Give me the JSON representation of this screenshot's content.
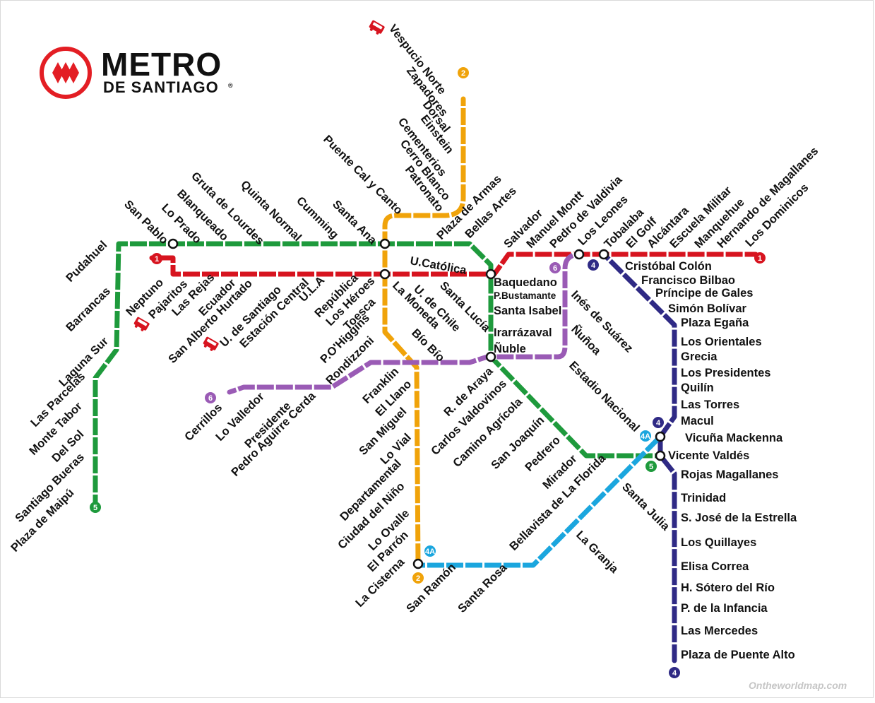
{
  "brand": {
    "title": "METRO",
    "subtitle": "DE SANTIAGO",
    "registered": "®"
  },
  "watermark": "Ontheworldmap.com",
  "colors": {
    "line1": "#d7141f",
    "line2": "#f0a30a",
    "line4": "#2f2a85",
    "line4a": "#1ba6de",
    "line5": "#1e9a3c",
    "line6": "#9a5bb5",
    "logo_red": "#e31e24",
    "text": "#111111"
  },
  "lines": [
    {
      "id": "1",
      "name": "1",
      "color": "#d7141f"
    },
    {
      "id": "2",
      "name": "2",
      "color": "#f0a30a"
    },
    {
      "id": "4",
      "name": "4",
      "color": "#2f2a85"
    },
    {
      "id": "4A",
      "name": "4A",
      "color": "#1ba6de"
    },
    {
      "id": "5",
      "name": "5",
      "color": "#1e9a3c"
    },
    {
      "id": "6",
      "name": "6",
      "color": "#9a5bb5"
    }
  ],
  "stations": {
    "line1": [
      "San Pablo",
      "Neptuno",
      "Pajaritos",
      "Las Rejas",
      "Ecuador",
      "San Alberto Hurtado",
      "U. de Santiago",
      "Estación Central",
      "U.L.A",
      "República",
      "Los Héroes",
      "La Moneda",
      "U. de Chile",
      "Santa Lucía",
      "U.Católica",
      "Baquedano",
      "Salvador",
      "Manuel Montt",
      "Pedro de Valdivia",
      "Los Leones",
      "Tobalaba",
      "El Golf",
      "Alcántara",
      "Escuela Militar",
      "Manquehue",
      "Hernando de Magallanes",
      "Los Dominicos"
    ],
    "line2": [
      "Vespucio Norte",
      "Zapadores",
      "Dorsal",
      "Einstein",
      "Cementerios",
      "Cerro Blanco",
      "Patronato",
      "Puente Cal y Canto",
      "Santa Ana",
      "Los Héroes",
      "Toesca",
      "P.O'Higgins",
      "Rondizzoni",
      "Franklin",
      "El Llano",
      "San Miguel",
      "Lo Vial",
      "Departamental",
      "Ciudad del Niño",
      "Lo Ovalle",
      "El Parrón",
      "La Cisterna"
    ],
    "line4": [
      "Tobalaba",
      "Cristóbal Colón",
      "Francisco Bilbao",
      "Príncipe de Gales",
      "Simón Bolívar",
      "Plaza Egaña",
      "Los Orientales",
      "Grecia",
      "Los Presidentes",
      "Quilín",
      "Las Torres",
      "Macul",
      "Vicuña Mackenna",
      "Vicente Valdés",
      "Rojas Magallanes",
      "Trinidad",
      "S. José de la Estrella",
      "Los Quillayes",
      "Elisa Correa",
      "H. Sótero del Río",
      "P. de la Infancia",
      "Las Mercedes",
      "Plaza de Puente Alto"
    ],
    "line4a": [
      "Vicuña Mackenna",
      "Santa Julia",
      "La Granja",
      "Santa Rosa",
      "San Ramón",
      "La Cisterna"
    ],
    "line5": [
      "Plaza de Maipú",
      "Santiago Bueras",
      "Del Sol",
      "Monte Tabor",
      "Las Parcelas",
      "Laguna Sur",
      "Barrancas",
      "Pudahuel",
      "San Pablo",
      "Lo Prado",
      "Blanqueado",
      "Gruta de Lourdes",
      "Quinta Normal",
      "Cumming",
      "Santa Ana",
      "Plaza de Armas",
      "Bellas Artes",
      "Baquedano",
      "Parque Bustamante",
      "Santa Isabel",
      "Irarrázaval",
      "Ñuble",
      "Rodrigo de Araya",
      "Carlos Valdovinos",
      "Camino Agrícola",
      "San Joaquín",
      "Pedrero",
      "Mirador",
      "Bellavista de La Florida",
      "Vicente Valdés"
    ],
    "line6": [
      "Cerrillos",
      "Lo Valledor",
      "Pedro Aguirre Cerda",
      "Franklin",
      "Bío Bío",
      "Ñuble",
      "Estadio Nacional",
      "Ñuñoa",
      "Inés de Suárez",
      "Los Leones"
    ]
  },
  "labels": [
    {
      "id": "vespucio_norte",
      "text": "Vespucio Norte"
    },
    {
      "id": "zapadores",
      "text": "Zapadores"
    },
    {
      "id": "dorsal",
      "text": "Dorsal"
    },
    {
      "id": "einstein",
      "text": "Einstein"
    },
    {
      "id": "cementerios",
      "text": "Cementerios"
    },
    {
      "id": "cerro_blanco",
      "text": "Cerro Blanco"
    },
    {
      "id": "patronato",
      "text": "Patronato"
    },
    {
      "id": "puente_cal_y_canto",
      "text": "Puente Cal y Canto"
    },
    {
      "id": "plaza_de_armas",
      "text": "Plaza de Armas"
    },
    {
      "id": "bellas_artes",
      "text": "Bellas Artes"
    },
    {
      "id": "santa_ana",
      "text": "Santa Ana"
    },
    {
      "id": "cumming",
      "text": "Cumming"
    },
    {
      "id": "quinta_normal",
      "text": "Quinta Normal"
    },
    {
      "id": "gruta_de_lourdes",
      "text": "Gruta de Lourdes"
    },
    {
      "id": "blanqueado",
      "text": "Blanqueado"
    },
    {
      "id": "lo_prado",
      "text": "Lo Prado"
    },
    {
      "id": "san_pablo",
      "text": "San Pablo"
    },
    {
      "id": "pudahuel",
      "text": "Pudahuel"
    },
    {
      "id": "barrancas",
      "text": "Barrancas"
    },
    {
      "id": "laguna_sur",
      "text": "Laguna Sur"
    },
    {
      "id": "las_parcelas",
      "text": "Las Parcelas"
    },
    {
      "id": "monte_tabor",
      "text": "Monte Tabor"
    },
    {
      "id": "del_sol",
      "text": "Del Sol"
    },
    {
      "id": "santiago_bueras",
      "text": "Santiago Bueras"
    },
    {
      "id": "plaza_de_maipu",
      "text": "Plaza de Maipú"
    },
    {
      "id": "neptuno",
      "text": "Neptuno"
    },
    {
      "id": "pajaritos",
      "text": "Pajaritos"
    },
    {
      "id": "las_rejas",
      "text": "Las Rejas"
    },
    {
      "id": "ecuador",
      "text": "Ecuador"
    },
    {
      "id": "san_alberto_hurtado",
      "text": "San Alberto Hurtado"
    },
    {
      "id": "u_de_santiago",
      "text": "U. de Santiago"
    },
    {
      "id": "estacion_central",
      "text": "Estación Central"
    },
    {
      "id": "ula",
      "text": "U.L.A"
    },
    {
      "id": "republica",
      "text": "República"
    },
    {
      "id": "los_heroes",
      "text": "Los Héroes"
    },
    {
      "id": "toesca",
      "text": "Toesca"
    },
    {
      "id": "po_higgins",
      "text": "P.O'Higgins"
    },
    {
      "id": "rondizzoni",
      "text": "Rondizzoni"
    },
    {
      "id": "la_moneda",
      "text": "La Moneda"
    },
    {
      "id": "u_de_chile",
      "text": "U. de Chile"
    },
    {
      "id": "santa_lucia",
      "text": "Santa Lucía"
    },
    {
      "id": "u_catolica",
      "text": "U.Católica"
    },
    {
      "id": "salvador",
      "text": "Salvador"
    },
    {
      "id": "manuel_montt",
      "text": "Manuel Montt"
    },
    {
      "id": "pedro_de_valdivia",
      "text": "Pedro de Valdivia"
    },
    {
      "id": "los_leones",
      "text": "Los Leones"
    },
    {
      "id": "tobalaba",
      "text": "Tobalaba"
    },
    {
      "id": "el_golf",
      "text": "El Golf"
    },
    {
      "id": "alcantara",
      "text": "Alcántara"
    },
    {
      "id": "escuela_militar",
      "text": "Escuela Militar"
    },
    {
      "id": "manquehue",
      "text": "Manquehue"
    },
    {
      "id": "hernando_de_magallanes",
      "text": "Hernando de Magallanes"
    },
    {
      "id": "los_dominicos",
      "text": "Los Dominicos"
    },
    {
      "id": "baquedano",
      "text": "Baquedano"
    },
    {
      "id": "p_bustamante",
      "text": "P.Bustamante"
    },
    {
      "id": "santa_isabel",
      "text": "Santa Isabel"
    },
    {
      "id": "irarrazaval",
      "text": "Irarrázaval"
    },
    {
      "id": "nuble",
      "text": "Ñuble"
    },
    {
      "id": "ines_de_suarez",
      "text": "Inés de Suárez"
    },
    {
      "id": "nunoa",
      "text": "Ñuñoa"
    },
    {
      "id": "estadio_nacional",
      "text": "Estadio Nacional"
    },
    {
      "id": "bio_bio",
      "text": "Bío Bío"
    },
    {
      "id": "franklin",
      "text": "Franklin"
    },
    {
      "id": "el_llano",
      "text": "El Llano"
    },
    {
      "id": "san_miguel",
      "text": "San Miguel"
    },
    {
      "id": "lo_vial",
      "text": "Lo Vial"
    },
    {
      "id": "departamental",
      "text": "Departamental"
    },
    {
      "id": "ciudad_del_nino",
      "text": "Ciudad del Niño"
    },
    {
      "id": "lo_ovalle",
      "text": "Lo Ovalle"
    },
    {
      "id": "el_parron",
      "text": "El Parrón"
    },
    {
      "id": "la_cisterna",
      "text": "La Cisterna"
    },
    {
      "id": "san_ramon",
      "text": "San Ramón"
    },
    {
      "id": "santa_rosa",
      "text": "Santa Rosa"
    },
    {
      "id": "la_granja",
      "text": "La Granja"
    },
    {
      "id": "bellavista",
      "text": "Bellavista de La Florida"
    },
    {
      "id": "santa_julia",
      "text": "Santa Julia"
    },
    {
      "id": "r_de_araya",
      "text": "R. de Araya"
    },
    {
      "id": "carlos_valdovinos",
      "text": "Carlos Valdovinos"
    },
    {
      "id": "camino_agricola",
      "text": "Camino Agrícola"
    },
    {
      "id": "san_joaquin",
      "text": "San Joaquín"
    },
    {
      "id": "pedrero",
      "text": "Pedrero"
    },
    {
      "id": "mirador",
      "text": "Mirador"
    },
    {
      "id": "cerrillos",
      "text": "Cerrillos"
    },
    {
      "id": "lo_valledor",
      "text": "Lo Valledor"
    },
    {
      "id": "presidente",
      "text": "Presidente"
    },
    {
      "id": "pedro_aguirre_cerda",
      "text": "Pedro Aguirre Cerda"
    },
    {
      "id": "cristobal_colon",
      "text": "Cristóbal Colón"
    },
    {
      "id": "francisco_bilbao",
      "text": "Francisco Bilbao"
    },
    {
      "id": "principe_de_gales",
      "text": "Príncipe de Gales"
    },
    {
      "id": "simon_bolivar",
      "text": "Simón Bolívar"
    },
    {
      "id": "plaza_egana",
      "text": "Plaza Egaña"
    },
    {
      "id": "los_orientales",
      "text": "Los Orientales"
    },
    {
      "id": "grecia",
      "text": "Grecia"
    },
    {
      "id": "los_presidentes",
      "text": "Los Presidentes"
    },
    {
      "id": "quilin",
      "text": "Quilín"
    },
    {
      "id": "las_torres",
      "text": "Las Torres"
    },
    {
      "id": "macul",
      "text": "Macul"
    },
    {
      "id": "vicuna_mackenna",
      "text": "Vicuña Mackenna"
    },
    {
      "id": "vicente_valdes",
      "text": "Vicente Valdés"
    },
    {
      "id": "rojas_magallanes",
      "text": "Rojas Magallanes"
    },
    {
      "id": "trinidad",
      "text": "Trinidad"
    },
    {
      "id": "s_jose_de_la_estrella",
      "text": "S. José de la Estrella"
    },
    {
      "id": "los_quillayes",
      "text": "Los Quillayes"
    },
    {
      "id": "elisa_correa",
      "text": "Elisa Correa"
    },
    {
      "id": "h_sotero_del_rio",
      "text": "H. Sótero del Río"
    },
    {
      "id": "p_de_la_infancia",
      "text": "P. de la Infancia"
    },
    {
      "id": "las_mercedes",
      "text": "Las Mercedes"
    },
    {
      "id": "plaza_de_puente_alto",
      "text": "Plaza de Puente Alto"
    }
  ]
}
